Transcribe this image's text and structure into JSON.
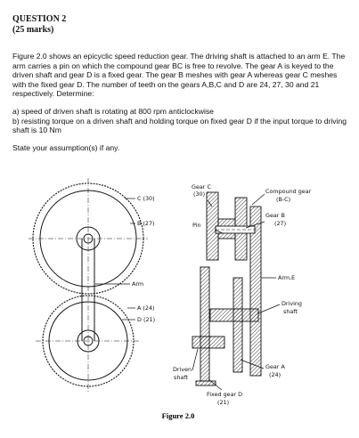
{
  "question": {
    "number": "QUESTION 2",
    "marks": "(25 marks)"
  },
  "body": {
    "intro": "Figure 2.0 shows an epicyclic speed reduction gear. The driving shaft is attached to an arm E. The arm carries a pin on which the compound gear BC is free to revolve. The gear A is keyed to the driven shaft and gear D is a fixed gear. The gear B meshes with gear A whereas gear C meshes with the fixed gear D. The number of teeth on the gears A,B,C and D are 24, 27, 30 and 21 respectively. Determine:",
    "part_a": "a) speed of driven shaft is rotating at 800 rpm anticlockwise",
    "part_b": "b) resisting torque on a driven shaft and holding torque on fixed gear D if the input torque to driving shaft is 10 Nm",
    "assumption": "State your assumption(s) if any."
  },
  "figure": {
    "caption": "Figure 2.0",
    "labels": {
      "left_c": "C (30)",
      "left_b": "B (27)",
      "left_arm": "Arm",
      "left_a": "A (24)",
      "left_d": "D (21)",
      "gear_c_1": "Gear C",
      "gear_c_2": "(30)",
      "pin": "Pin",
      "compound_1": "Compound gear",
      "compound_2": "(B-C)",
      "gear_b_1": "Gear B",
      "gear_b_2": "(27)",
      "arm_e": "Arm,E",
      "driving_1": "Driving",
      "driving_2": "shaft",
      "driven_1": "Driven",
      "driven_2": "shaft",
      "gear_a_1": "Gear A",
      "gear_a_2": "(24)",
      "fixed_d_1": "Fixed gear D",
      "fixed_d_2": "(21)"
    }
  }
}
